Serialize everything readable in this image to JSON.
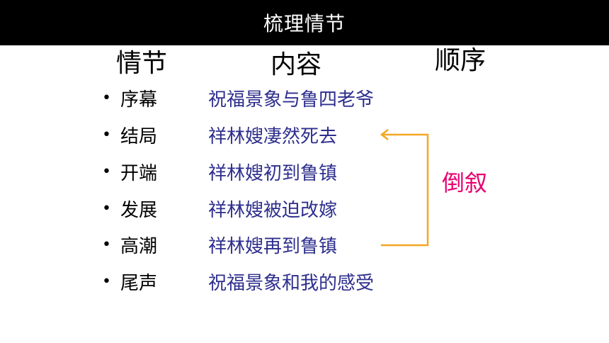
{
  "title": "梳理情节",
  "headers": {
    "stage": "情节",
    "content": "内容",
    "order": "顺序"
  },
  "bullet": "•",
  "rows": [
    {
      "stage": "序幕",
      "content": "祝福景象与鲁四老爷"
    },
    {
      "stage": "结局",
      "content": "祥林嫂凄然死去"
    },
    {
      "stage": "开端",
      "content": "祥林嫂初到鲁镇"
    },
    {
      "stage": "发展",
      "content": "祥林嫂被迫改嫁"
    },
    {
      "stage": "高潮",
      "content": "祥林嫂再到鲁镇"
    },
    {
      "stage": "尾声",
      "content": "祝福景象和我的感受"
    }
  ],
  "annotation": "倒叙",
  "colors": {
    "title_bar": "#000000",
    "content_text": "#2e2e8e",
    "annotation": "#e6006e",
    "bracket": "#f5a623"
  }
}
